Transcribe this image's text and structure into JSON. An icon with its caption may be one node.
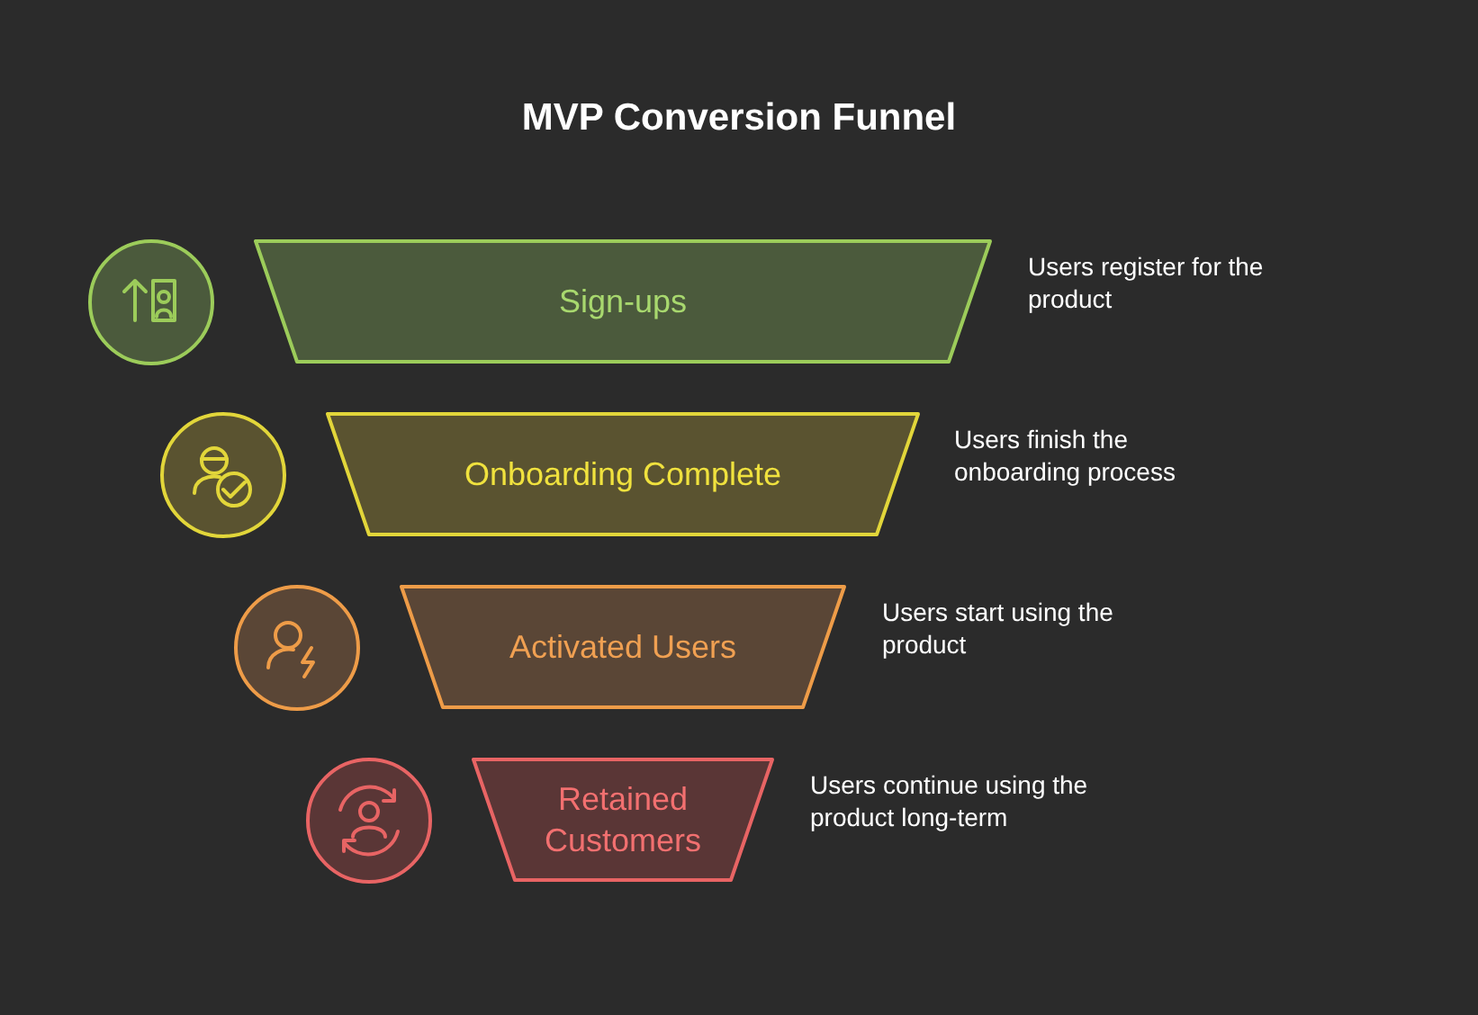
{
  "diagram": {
    "title": "MVP Conversion Funnel",
    "nodes": [
      {
        "text": [
          "Sign-ups"
        ],
        "beside": [
          "Users register for the product"
        ]
      },
      {
        "text": [
          "Onboarding Complete"
        ],
        "beside": [
          "Users finish the onboarding process"
        ]
      },
      {
        "text": [
          "Activated Users"
        ],
        "beside": [
          "Users start using the product"
        ]
      },
      {
        "text": [
          "Retained Customers"
        ],
        "beside": [
          "Users continue using the product long-term"
        ]
      }
    ]
  }
}
